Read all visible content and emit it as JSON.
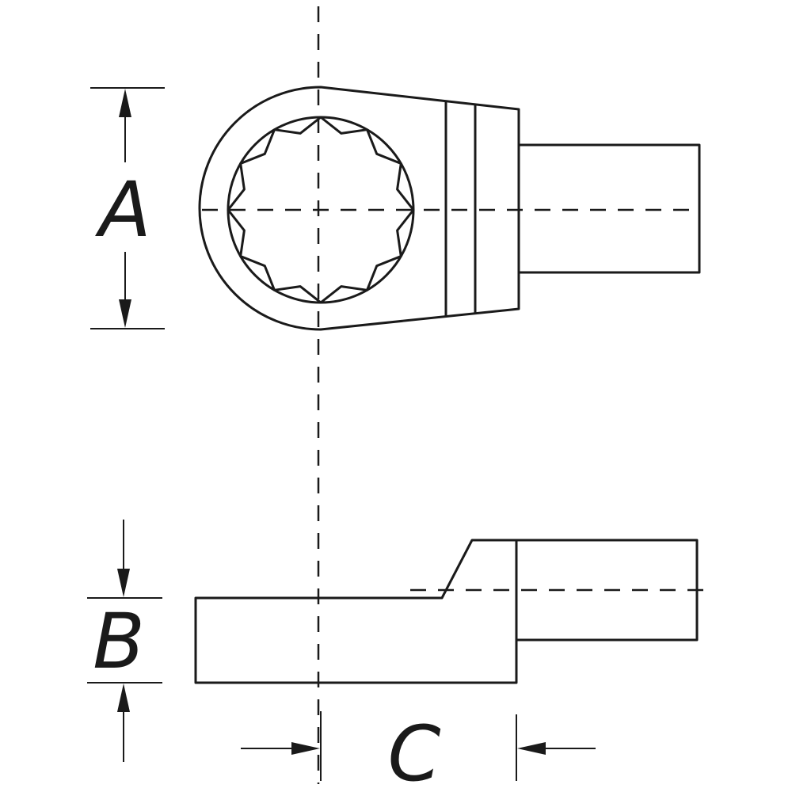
{
  "dimensions": {
    "a": "A",
    "b": "B",
    "c": "C"
  },
  "colors": {
    "line": "#1a1a1a",
    "background": "#ffffff"
  }
}
